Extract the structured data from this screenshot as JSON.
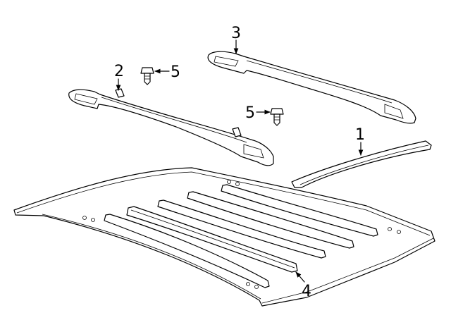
{
  "callouts": [
    {
      "id": "1",
      "label": "1"
    },
    {
      "id": "2",
      "label": "2"
    },
    {
      "id": "3",
      "label": "3"
    },
    {
      "id": "4",
      "label": "4"
    },
    {
      "id": "5a",
      "label": "5"
    },
    {
      "id": "5b",
      "label": "5"
    }
  ],
  "colors": {
    "line": "#000000",
    "background": "#ffffff"
  }
}
